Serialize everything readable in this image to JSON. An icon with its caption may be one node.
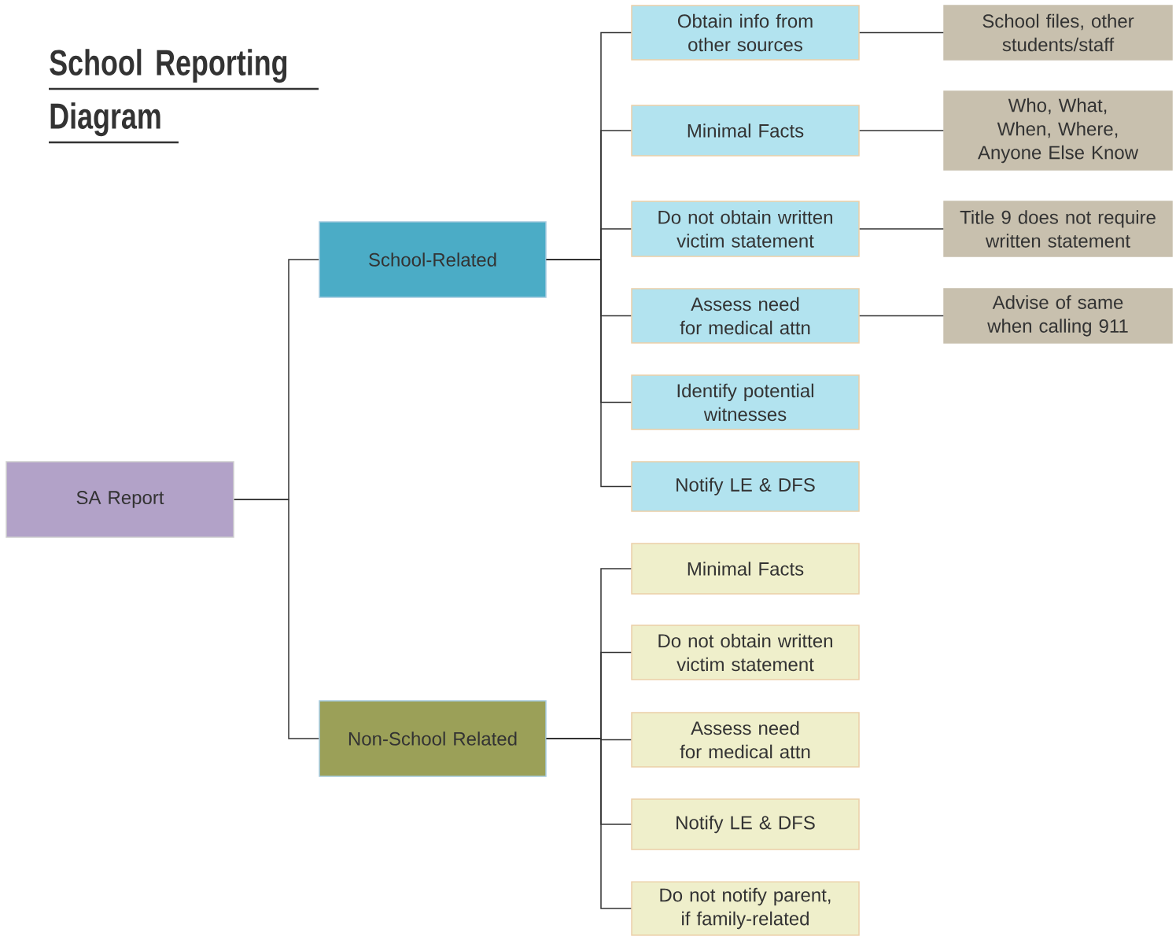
{
  "diagram": {
    "title": "School Reporting Diagram",
    "nodes": [
      {
        "text": [
          "SA Report"
        ]
      },
      {
        "text": [
          "School-Related"
        ]
      },
      {
        "text": [
          "Obtain info from other sources"
        ]
      },
      {
        "text": [
          "School files, other students/staff"
        ]
      },
      {
        "text": [
          "Minimal Facts"
        ]
      },
      {
        "text": [
          "Who, What, When, Where, Anyone Else Know"
        ]
      },
      {
        "text": [
          "Do not obtain written victim statement"
        ]
      },
      {
        "text": [
          "Title 9 does not require written statement"
        ]
      },
      {
        "text": [
          "Assess need for medical attn"
        ]
      },
      {
        "text": [
          "Advise of same when calling 911"
        ]
      },
      {
        "text": [
          "Identify potential witnesses"
        ]
      },
      {
        "text": [
          "Notify LE & DFS"
        ]
      },
      {
        "text": [
          "Non-School Related"
        ]
      },
      {
        "text": [
          "Minimal Facts"
        ]
      },
      {
        "text": [
          "Do not obtain written victim statement"
        ]
      },
      {
        "text": [
          "Assess need for medical attn"
        ]
      },
      {
        "text": [
          "Notify LE & DFS"
        ]
      },
      {
        "text": [
          "Do not notify parent, if family-related"
        ]
      }
    ],
    "edges": [
      {
        "from": 0,
        "to": 1,
        "arrow": "none"
      },
      {
        "from": 0,
        "to": 12,
        "arrow": "none"
      },
      {
        "from": 1,
        "to": 2,
        "arrow": "none"
      },
      {
        "from": 1,
        "to": 4,
        "arrow": "none"
      },
      {
        "from": 1,
        "to": 6,
        "arrow": "none"
      },
      {
        "from": 1,
        "to": 8,
        "arrow": "none"
      },
      {
        "from": 1,
        "to": 10,
        "arrow": "none"
      },
      {
        "from": 1,
        "to": 11,
        "arrow": "none"
      },
      {
        "from": 2,
        "to": 3,
        "arrow": "none"
      },
      {
        "from": 4,
        "to": 5,
        "arrow": "none"
      },
      {
        "from": 6,
        "to": 7,
        "arrow": "none"
      },
      {
        "from": 8,
        "to": 9,
        "arrow": "none"
      },
      {
        "from": 12,
        "to": 13,
        "arrow": "none"
      },
      {
        "from": 12,
        "to": 14,
        "arrow": "none"
      },
      {
        "from": 12,
        "to": 15,
        "arrow": "none"
      },
      {
        "from": 12,
        "to": 16,
        "arrow": "none"
      },
      {
        "from": 12,
        "to": 17,
        "arrow": "none"
      }
    ]
  }
}
